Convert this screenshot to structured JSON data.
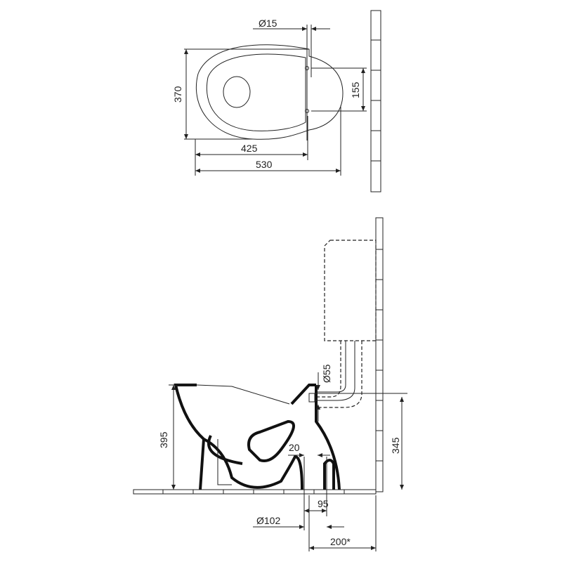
{
  "top_view": {
    "inlet_diameter": "Ø15",
    "width": "370",
    "fixing_spacing": "155",
    "to_fixing": "425",
    "length": "530"
  },
  "side_view": {
    "pipe_diameter": "Ø55",
    "height": "395",
    "inlet_height": "345",
    "wall_offset": "20",
    "outlet_offset": "95",
    "outlet_diameter": "Ø102",
    "outlet_to_wall": "200*"
  },
  "colors": {
    "line": "#222222",
    "background": "#ffffff"
  }
}
